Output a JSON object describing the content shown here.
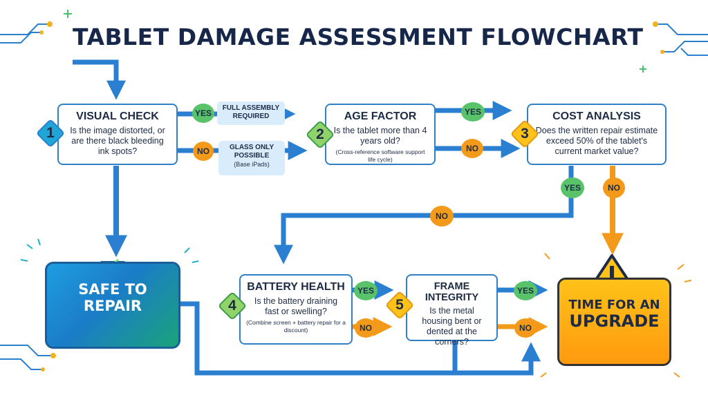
{
  "title": "TABLET DAMAGE ASSESSMENT FLOWCHART",
  "colors": {
    "blue": "#2a7fd0",
    "green": "#59c36a",
    "orange": "#f39a1b",
    "navy": "#16274a"
  },
  "steps": [
    {
      "num": "1",
      "heading": "VISUAL CHECK",
      "question": "Is the image distorted, or are there black bleeding ink spots?",
      "note": ""
    },
    {
      "num": "2",
      "heading": "AGE FACTOR",
      "question": "Is the tablet more than 4 years old?",
      "note": "(Cross-reference software support life cycle)"
    },
    {
      "num": "3",
      "heading": "COST ANALYSIS",
      "question": "Does the written repair estimate exceed 50% of the tablet's current market value?",
      "note": ""
    },
    {
      "num": "4",
      "heading": "BATTERY HEALTH",
      "question": "Is the battery draining fast or swelling?",
      "note": "(Combine screen + battery repair for a discount)"
    },
    {
      "num": "5",
      "heading": "FRAME INTEGRITY",
      "question": "Is the metal housing bent or dented at the corners?",
      "note": ""
    }
  ],
  "tags": {
    "full_assembly": "FULL ASSEMBLY REQUIRED",
    "glass_only": "GLASS ONLY POSSIBLE",
    "glass_only_note": "(Base iPads)"
  },
  "labels": {
    "yes": "YES",
    "no": "NO"
  },
  "outcomes": {
    "safe": "SAFE TO REPAIR",
    "upgrade_line1": "TIME FOR AN",
    "upgrade_line2": "UPGRADE"
  },
  "icons": [
    "tablet-icon",
    "battery-icon",
    "toolbox-icon",
    "warning-icon",
    "check-icon",
    "circuit-icon"
  ]
}
